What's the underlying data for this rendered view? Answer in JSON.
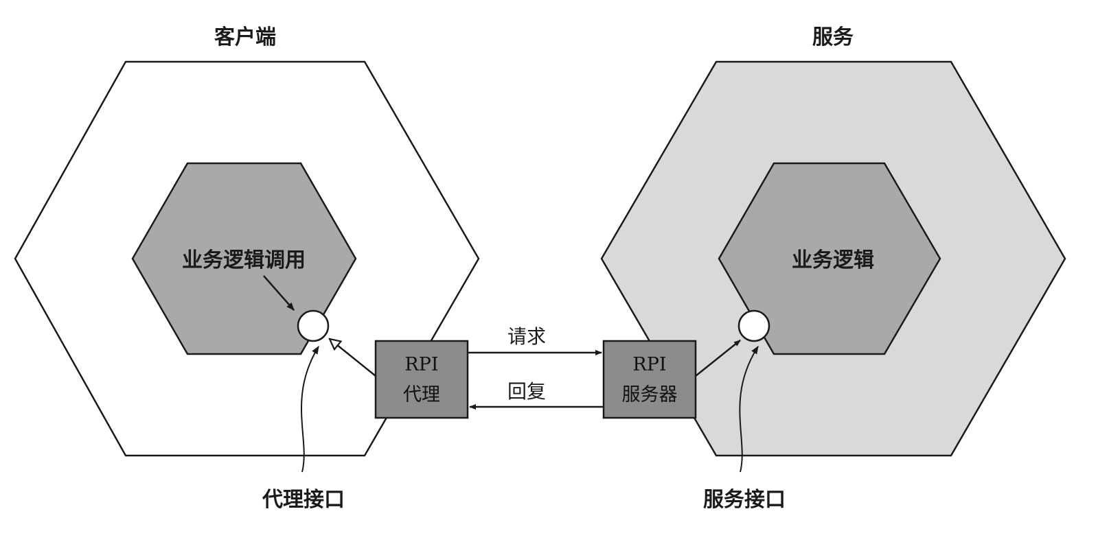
{
  "client": {
    "title": "客户端",
    "inner_label": "业务逻辑调用",
    "proxy_box": {
      "line1": "RPI",
      "line2": "代理"
    },
    "interface_label": "代理接口"
  },
  "service": {
    "title": "服务",
    "inner_label": "业务逻辑",
    "server_box": {
      "line1": "RPI",
      "line2": "服务器"
    },
    "interface_label": "服务接口"
  },
  "links": {
    "request_label": "请求",
    "reply_label": "回复"
  },
  "colors": {
    "client_outer_fill": "#ffffff",
    "service_outer_fill": "#d9d9d9",
    "inner_fill": "#a9a9a9",
    "box_fill": "#8c8c8c",
    "stroke": "#1a1a1a"
  }
}
